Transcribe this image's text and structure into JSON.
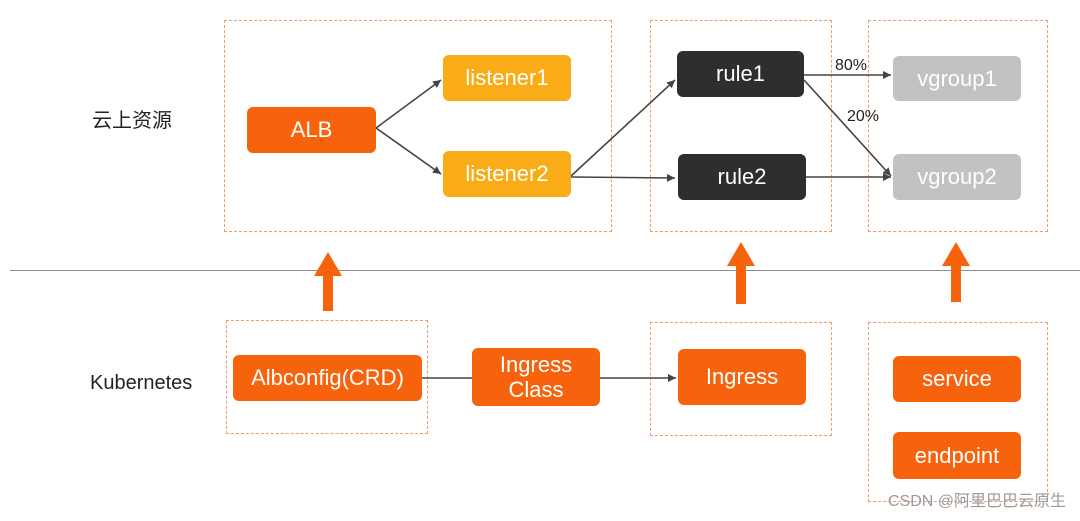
{
  "rows": {
    "cloud_label": "云上资源",
    "k8s_label": "Kubernetes"
  },
  "cloud": {
    "alb": "ALB",
    "listener1": "listener1",
    "listener2": "listener2",
    "rule1": "rule1",
    "rule2": "rule2",
    "vgroup1": "vgroup1",
    "vgroup2": "vgroup2",
    "pct_80": "80%",
    "pct_20": "20%"
  },
  "k8s": {
    "albconfig": "Albconfig(CRD)",
    "ingress_class_line1": "Ingress",
    "ingress_class_line2": "Class",
    "ingress": "Ingress",
    "service": "service",
    "endpoint": "endpoint"
  },
  "watermark": "CSDN @阿里巴巴云原生",
  "colors": {
    "orange": "#f7630c",
    "yellow": "#f9ac17",
    "dark": "#2e2e2e",
    "gray": "#c2c2c2",
    "dashed_border": "#f29a6a"
  }
}
